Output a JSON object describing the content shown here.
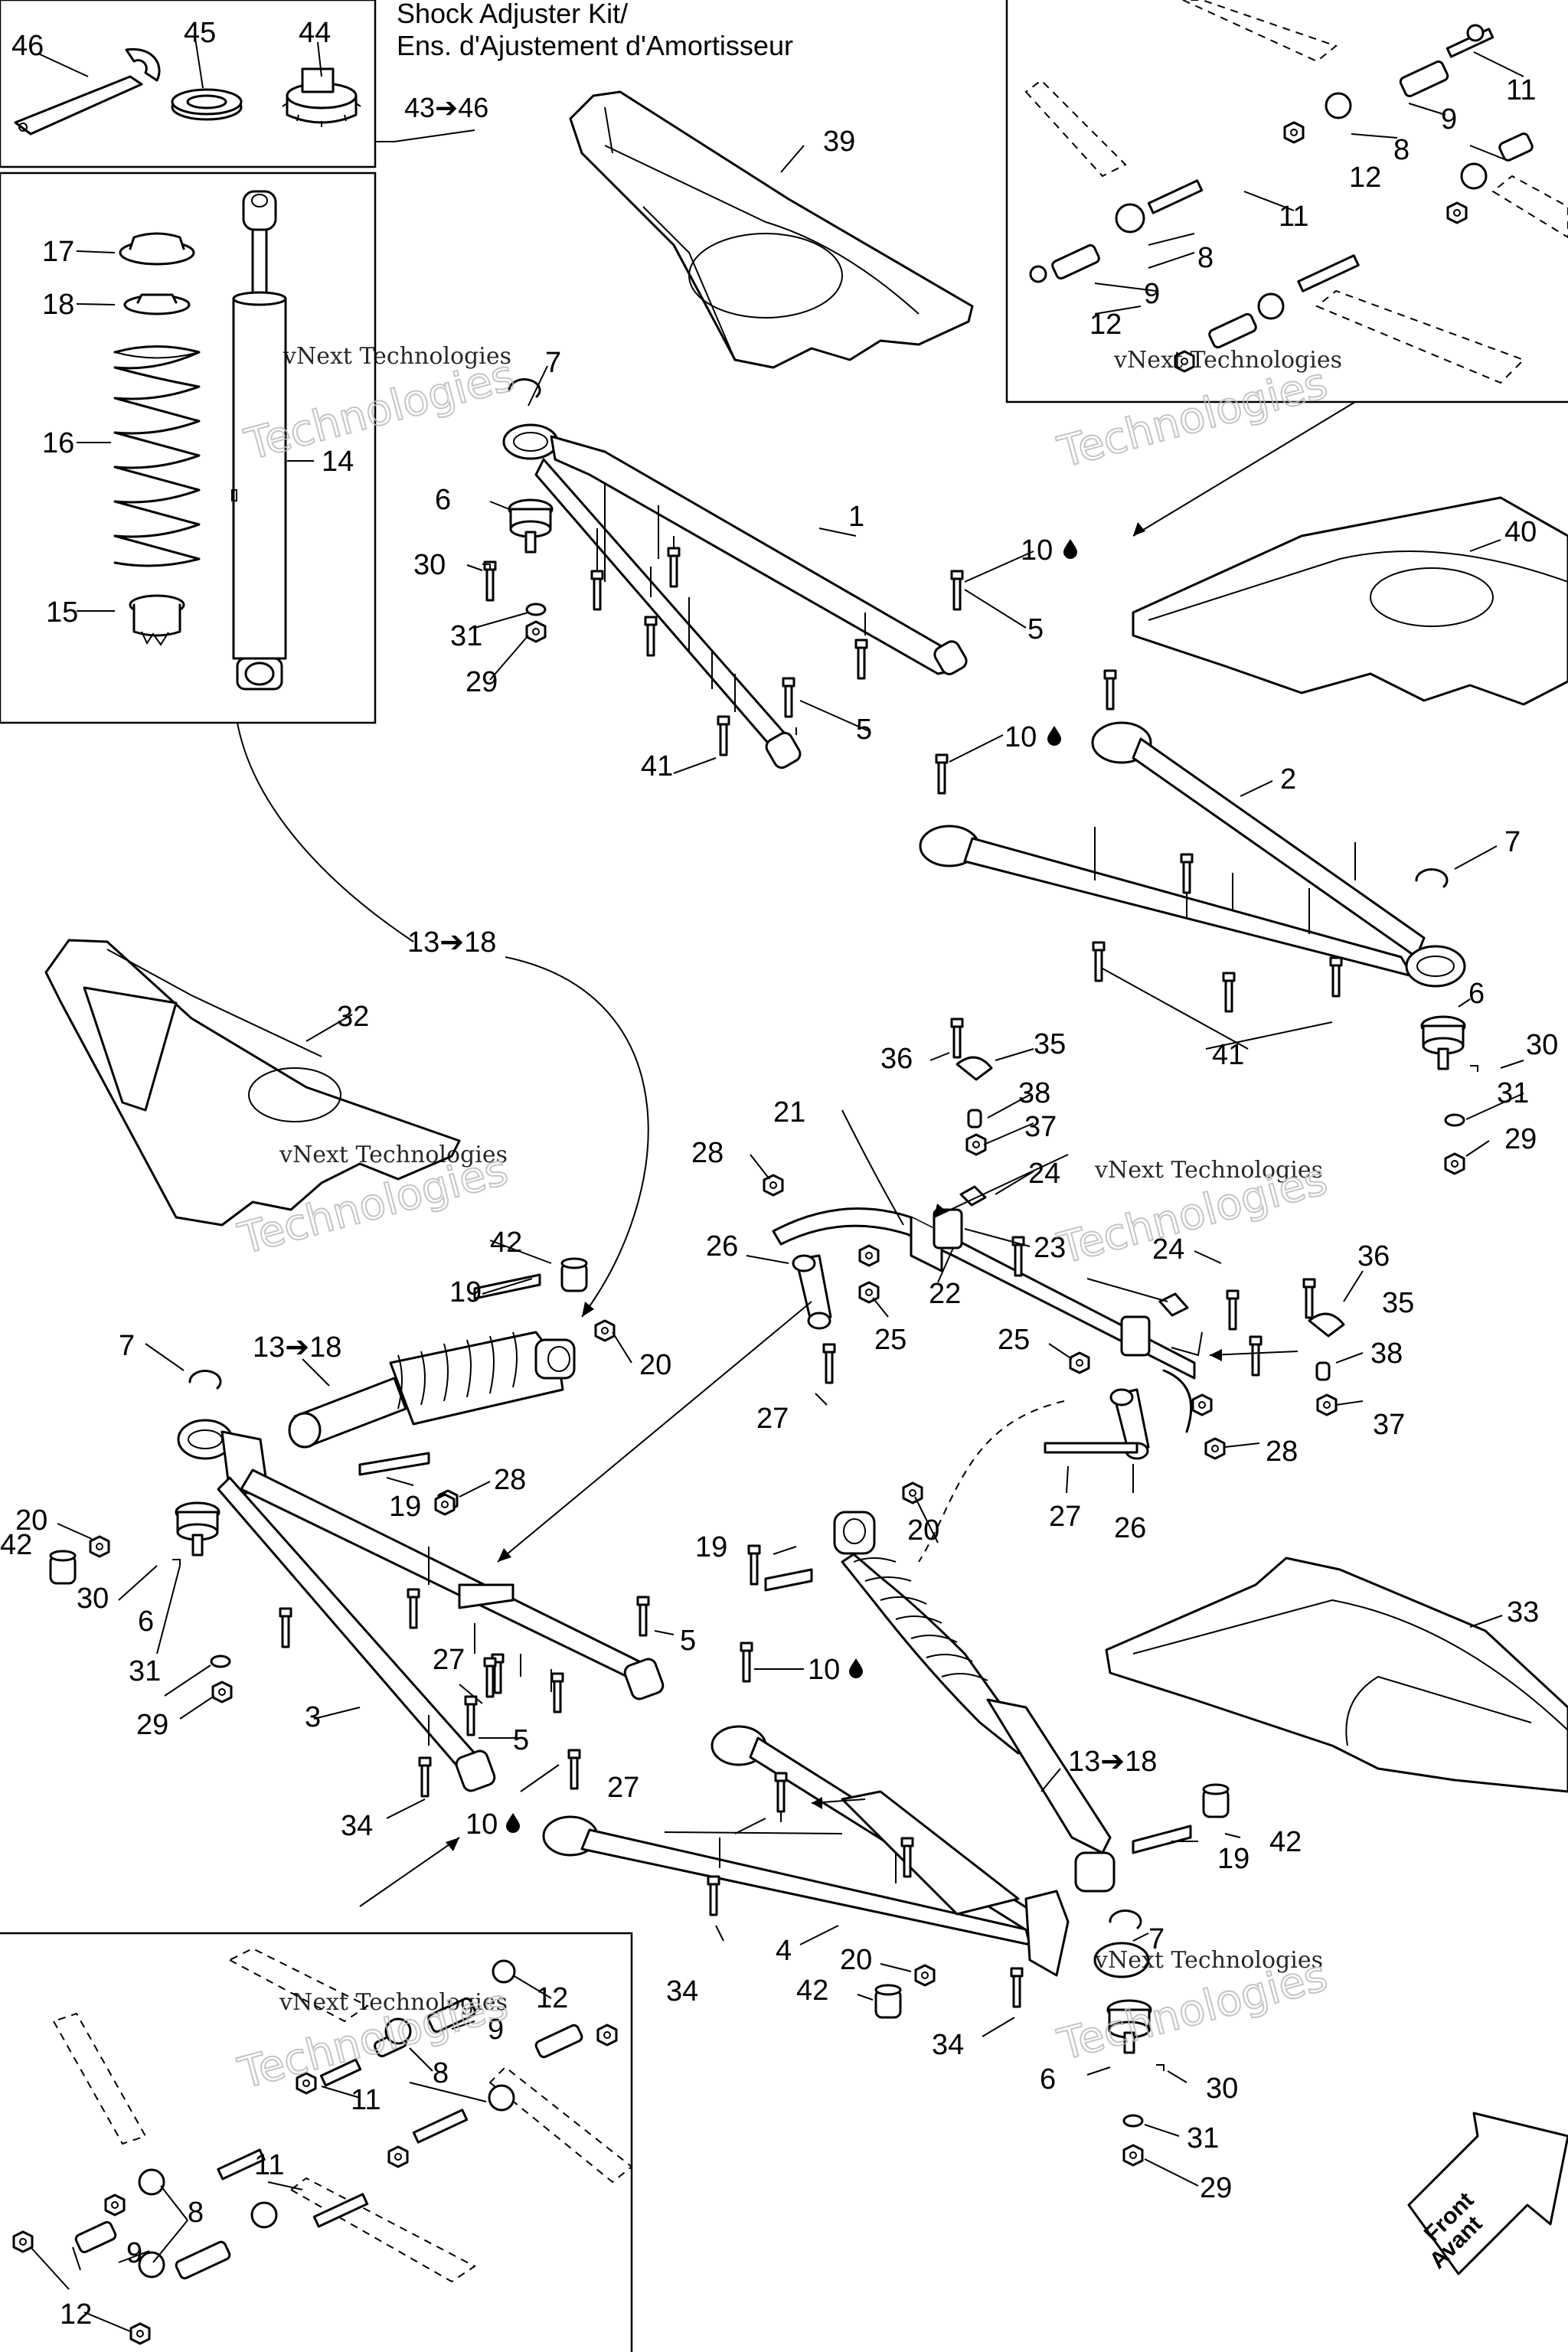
{
  "kit_title": {
    "line1": "Shock Adjuster Kit/",
    "line2": "Ens. d'Ajustement d'Amortisseur",
    "range": "43➔46"
  },
  "shock_range_label": "13➔18",
  "watermark": {
    "line1": "vNext Technologies",
    "line2": "Technologies",
    "small": "vNext"
  },
  "front_label": {
    "line1": "Front",
    "line2": "Avant"
  },
  "callouts": {
    "c46": "46",
    "c45": "45",
    "c44": "44",
    "c17": "17",
    "c18": "18",
    "c16": "16",
    "c14": "14",
    "c15": "15",
    "c39": "39",
    "c7a": "7",
    "c1": "1",
    "c6a": "6",
    "c30a": "30",
    "c31a": "31",
    "c29a": "29",
    "c10a": "10",
    "c5a": "5",
    "c5b": "5",
    "c10b": "10",
    "c41a": "41",
    "c11a": "11",
    "c9a": "9",
    "c8a": "8",
    "c12a": "12",
    "c11b": "11",
    "c8b": "8",
    "c9b": "9",
    "c12b": "12",
    "c40": "40",
    "c2": "2",
    "c7b": "7",
    "c6b": "6",
    "c30b": "30",
    "c31b": "31",
    "c29b": "29",
    "c41b": "41",
    "c32": "32",
    "c1318a": "13➔18",
    "c36a": "36",
    "c35a": "35",
    "c38a": "38",
    "c37a": "37",
    "c21": "21",
    "c24a": "24",
    "c28a": "28",
    "c26a": "26",
    "c23": "23",
    "c22": "22",
    "c25a": "25",
    "c27a": "27",
    "c24b": "24",
    "c36b": "36",
    "c35b": "35",
    "c25b": "25",
    "c38b": "38",
    "c37b": "37",
    "c28b": "28",
    "c27b": "27",
    "c26b": "26",
    "c42a": "42",
    "c19a": "19",
    "c7c": "7",
    "c1318b": "13➔18",
    "c20a": "20",
    "c19b": "19",
    "c28c": "28",
    "c20b": "20",
    "c42b": "42",
    "c30c": "30",
    "c6c": "6",
    "c31c": "31",
    "c29c": "29",
    "c3": "3",
    "c27c": "27",
    "c5c": "5",
    "c5d": "5",
    "c34a": "34",
    "c10c": "10",
    "c10d": "10",
    "c20c": "20",
    "c19c": "19",
    "c33": "33",
    "c1318c": "13➔18",
    "c27d": "27",
    "c42c": "42",
    "c19d": "19",
    "c4": "4",
    "c7d": "7",
    "c20d": "20",
    "c34b": "34",
    "c42d": "42",
    "c34c": "34",
    "c6d": "6",
    "c30d": "30",
    "c31d": "31",
    "c29d": "29",
    "c12c": "12",
    "c9c": "9",
    "c8c": "8",
    "c11c": "11",
    "c11d": "11",
    "c8d": "8",
    "c9d": "9",
    "c12d": "12"
  }
}
